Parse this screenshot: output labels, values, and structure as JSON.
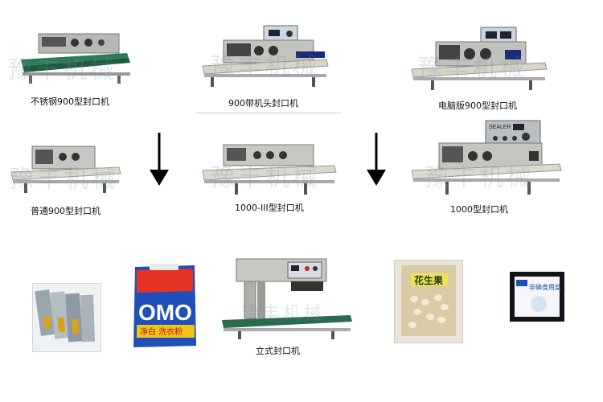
{
  "products": [
    {
      "caption": "不锈钢900型封口机"
    },
    {
      "caption": "900带机头封口机"
    },
    {
      "caption": "电脑版900型封口机"
    },
    {
      "caption": "普通900型封口机"
    },
    {
      "caption": "1000-III型封口机"
    },
    {
      "caption": "1000型封口机"
    },
    {
      "caption": "立式封口机"
    }
  ],
  "watermark": "豫丰机械",
  "panel_label": "SEALER",
  "bags": {
    "detergent_brand": "OMO",
    "detergent_sub": "净白 洗衣粉",
    "peanut_label": "花生果",
    "salt_label": "非碘食用盐"
  },
  "colors": {
    "machine_body": "#c9c9c4",
    "conveyor": "#2c7a56",
    "arrow": "#000000"
  }
}
